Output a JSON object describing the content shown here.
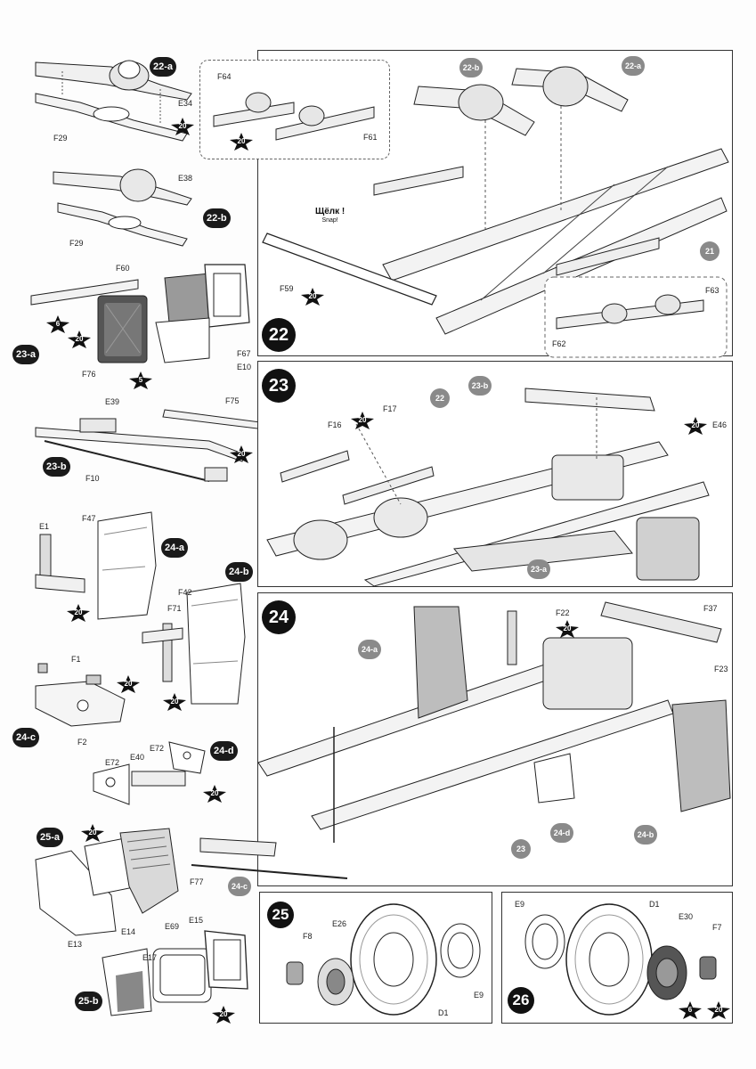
{
  "snap": {
    "word": "Щёлк !",
    "sub": "Snap!"
  },
  "steps": {
    "s22": "22",
    "s23": "23",
    "s24": "24",
    "s25": "25",
    "s26": "26"
  },
  "subassemblies": {
    "a22": "22-a",
    "b22": "22-b",
    "a23": "23-a",
    "b23": "23-b",
    "a24": "24-a",
    "b24": "24-b",
    "c24": "24-c",
    "d24": "24-d",
    "a25": "25-a",
    "b25": "25-b"
  },
  "glue_marks": {
    "n20": "20",
    "n6": "6",
    "n5": "5"
  },
  "refs": {
    "r21": "21",
    "r22": "22",
    "r23": "23"
  },
  "parts": {
    "E34": "E34",
    "F29": "F29",
    "E38": "E38",
    "F29b": "F29",
    "F60": "F60",
    "F67": "F67",
    "E10": "E10",
    "F76": "F76",
    "E39": "E39",
    "F75": "F75",
    "F10": "F10",
    "E1": "E1",
    "F47": "F47",
    "F42": "F42",
    "F71": "F71",
    "F1": "F1",
    "F2": "F2",
    "E72a": "E72",
    "E40": "E40",
    "E72b": "E72",
    "F77": "F77",
    "E13": "E13",
    "E14": "E14",
    "E69": "E69",
    "E15": "E15",
    "E17": "E17",
    "F64": "F64",
    "F61": "F61",
    "F59": "F59",
    "F62": "F62",
    "F63": "F63",
    "F16": "F16",
    "F17": "F17",
    "E46": "E46",
    "F22": "F22",
    "F37": "F37",
    "F23": "F23",
    "F8": "F8",
    "E26": "E26",
    "E9": "E9",
    "D1": "D1",
    "E9b": "E9",
    "D1b": "D1",
    "E30": "E30",
    "F7": "F7"
  }
}
